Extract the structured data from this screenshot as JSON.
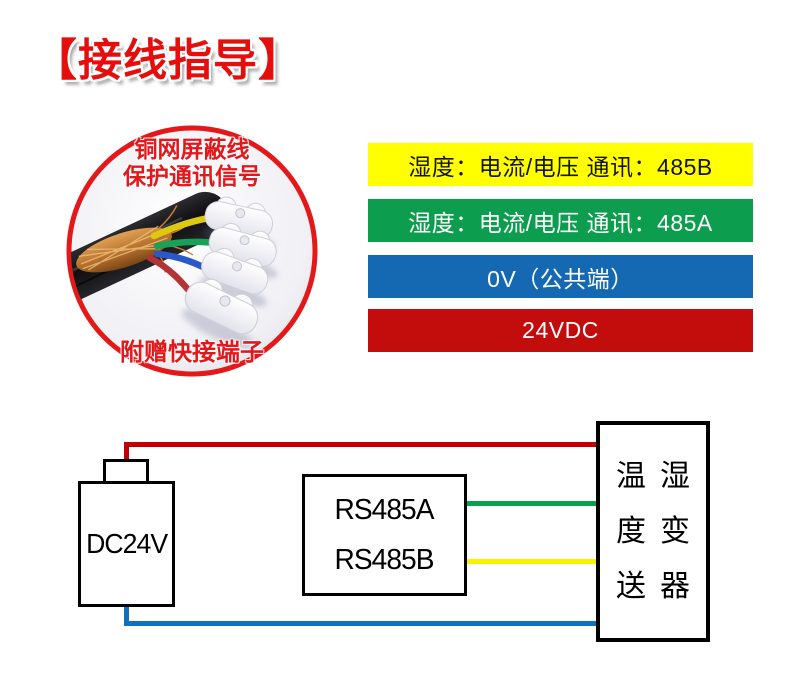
{
  "title": {
    "text": "【接线指导】",
    "color": "#e60d0d"
  },
  "photo": {
    "caption_top_line1": "铜网屏蔽线",
    "caption_top_line2": "保护通讯信号",
    "caption_bottom": "附赠快接端子",
    "caption_color": "#e2181c",
    "border_color": "#e41818",
    "wire_colors": {
      "yellow": "#ddc912",
      "green": "#17a257",
      "blue": "#2a58c8",
      "red": "#b23434"
    }
  },
  "legend": {
    "bars": [
      {
        "label": "湿度：电流/电压 通讯：485B",
        "color": "#ffff00",
        "text_color": "#141414"
      },
      {
        "label": "湿度：电流/电压 通讯：485A",
        "color": "#0d9d4e",
        "text_color": "#ffffff"
      },
      {
        "label": "0V（公共端）",
        "color": "#1569b3",
        "text_color": "#ffffff"
      },
      {
        "label": "24VDC",
        "color": "#c30d0d",
        "text_color": "#ffffff"
      }
    ]
  },
  "diagram": {
    "power_box_label": "DC24V",
    "rs485_line1": "RS485A",
    "rs485_line2": "RS485B",
    "transmitter_rows": [
      "温湿",
      "度变",
      "送器"
    ],
    "wire_colors": {
      "red": "#c00000",
      "blue": "#0f70bd",
      "green": "#0ba04d",
      "yellow": "#f7f200"
    }
  }
}
